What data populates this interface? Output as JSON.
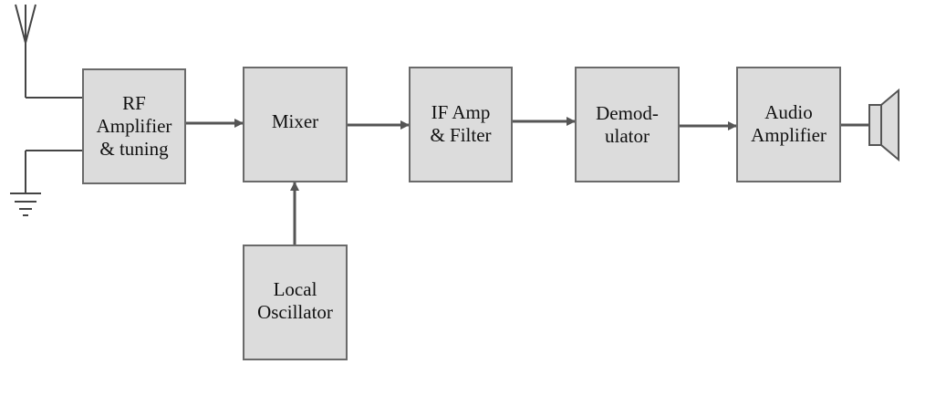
{
  "diagram": {
    "blocks": [
      {
        "id": "rf",
        "lines": [
          "RF",
          "Amplifier",
          "& tuning"
        ]
      },
      {
        "id": "mixer",
        "lines": [
          "Mixer"
        ]
      },
      {
        "id": "if",
        "lines": [
          "IF Amp",
          "& Filter"
        ]
      },
      {
        "id": "demod",
        "lines": [
          "Demod-",
          "ulator"
        ]
      },
      {
        "id": "audio",
        "lines": [
          "Audio",
          "Amplifier"
        ]
      },
      {
        "id": "lo",
        "lines": [
          "Local",
          "Oscillator"
        ]
      }
    ],
    "connections": [
      {
        "from": "rf",
        "to": "mixer"
      },
      {
        "from": "mixer",
        "to": "if"
      },
      {
        "from": "if",
        "to": "demod"
      },
      {
        "from": "demod",
        "to": "audio"
      },
      {
        "from": "lo",
        "to": "mixer"
      }
    ],
    "symbols": {
      "input": "antenna-icon",
      "reference": "ground-icon",
      "output": "speaker-icon"
    },
    "colors": {
      "block_fill": "#dcdcdc",
      "block_border": "#6a6a6a",
      "wire": "#555555"
    }
  }
}
